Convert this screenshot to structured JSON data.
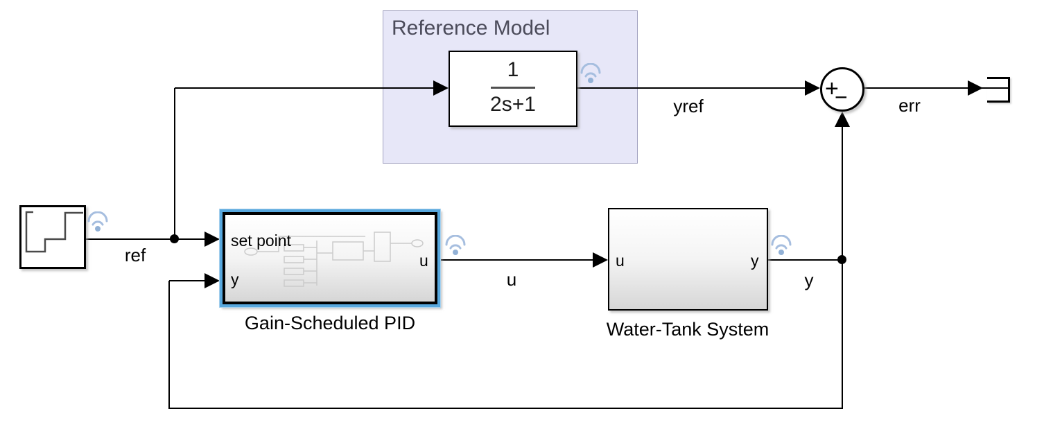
{
  "colors": {
    "background": "#FFFFFF",
    "area_fill": "#E7E7F8",
    "area_border": "#A2A2C0",
    "area_title_text": "#4B4B5A",
    "selection_highlight": "#58A8DE",
    "logging_badge": "#A6BEDF",
    "wire": "#000000"
  },
  "reference_area": {
    "title": "Reference Model"
  },
  "blocks": {
    "transfer_fcn": {
      "numerator": "1",
      "denominator": "2s+1"
    },
    "gain_scheduled_pid": {
      "label": "Gain-Scheduled PID",
      "ports": {
        "in1": "set point",
        "in2": "y",
        "out1": "u"
      }
    },
    "water_tank": {
      "label": "Water-Tank System",
      "ports": {
        "in1": "u",
        "out1": "y"
      }
    },
    "sum": {
      "plus": "+",
      "minus": "−"
    }
  },
  "signals": {
    "ref": "ref",
    "yref": "yref",
    "u": "u",
    "y": "y",
    "err": "err"
  },
  "icons": {
    "logging_badge": "wifi-signal-icon",
    "source_waveform": "staircase-step-icon",
    "terminator": "terminator-bracket-icon"
  }
}
